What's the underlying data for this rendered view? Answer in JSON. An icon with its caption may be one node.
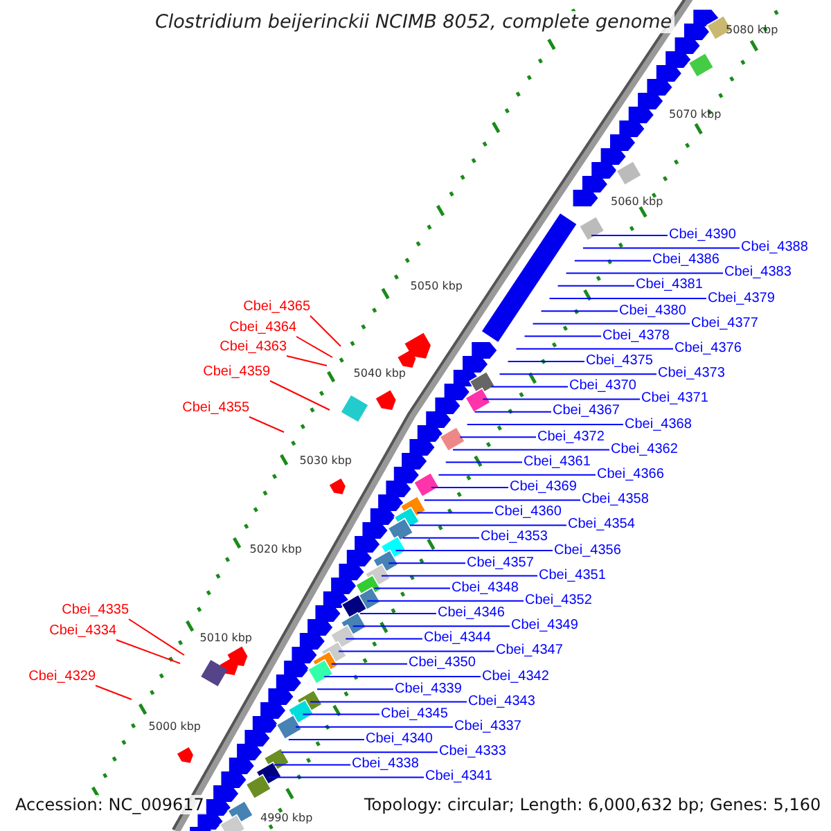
{
  "diagram": {
    "title": "Clostridium beijerinckii NCIMB 8052, complete genome",
    "nodes": [
      {
        "text": [
          "Cbei_4390"
        ]
      },
      {
        "text": [
          "Cbei_4388"
        ]
      },
      {
        "text": [
          "Cbei_4386"
        ]
      },
      {
        "text": [
          "Cbei_4383"
        ]
      },
      {
        "text": [
          "Cbei_4381"
        ]
      },
      {
        "text": [
          "Cbei_4379"
        ]
      },
      {
        "text": [
          "Cbei_4380"
        ]
      },
      {
        "text": [
          "Cbei_4377"
        ]
      },
      {
        "text": [
          "Cbei_4378"
        ]
      },
      {
        "text": [
          "Cbei_4376"
        ]
      },
      {
        "text": [
          "Cbei_4375"
        ]
      },
      {
        "text": [
          "Cbei_4373"
        ]
      },
      {
        "text": [
          "Cbei_4370"
        ]
      },
      {
        "text": [
          "Cbei_4371"
        ]
      },
      {
        "text": [
          "Cbei_4367"
        ]
      },
      {
        "text": [
          "Cbei_4368"
        ]
      },
      {
        "text": [
          "Cbei_4372"
        ]
      },
      {
        "text": [
          "Cbei_4362"
        ]
      },
      {
        "text": [
          "Cbei_4361"
        ]
      },
      {
        "text": [
          "Cbei_4366"
        ]
      },
      {
        "text": [
          "Cbei_4369"
        ]
      },
      {
        "text": [
          "Cbei_4358"
        ]
      },
      {
        "text": [
          "Cbei_4360"
        ]
      },
      {
        "text": [
          "Cbei_4354"
        ]
      },
      {
        "text": [
          "Cbei_4353"
        ]
      },
      {
        "text": [
          "Cbei_4356"
        ]
      },
      {
        "text": [
          "Cbei_4357"
        ]
      },
      {
        "text": [
          "Cbei_4351"
        ]
      },
      {
        "text": [
          "Cbei_4348"
        ]
      },
      {
        "text": [
          "Cbei_4352"
        ]
      },
      {
        "text": [
          "Cbei_4346"
        ]
      },
      {
        "text": [
          "Cbei_4349"
        ]
      },
      {
        "text": [
          "Cbei_4344"
        ]
      },
      {
        "text": [
          "Cbei_4347"
        ]
      },
      {
        "text": [
          "Cbei_4350"
        ]
      },
      {
        "text": [
          "Cbei_4342"
        ]
      },
      {
        "text": [
          "Cbei_4339"
        ]
      },
      {
        "text": [
          "Cbei_4343"
        ]
      },
      {
        "text": [
          "Cbei_4345"
        ]
      },
      {
        "text": [
          "Cbei_4337"
        ]
      },
      {
        "text": [
          "Cbei_4340"
        ]
      },
      {
        "text": [
          "Cbei_4333"
        ]
      },
      {
        "text": [
          "Cbei_4338"
        ]
      },
      {
        "text": [
          "Cbei_4341"
        ]
      },
      {
        "text": [
          "Cbei_4365"
        ]
      },
      {
        "text": [
          "Cbei_4364"
        ]
      },
      {
        "text": [
          "Cbei_4363"
        ]
      },
      {
        "text": [
          "Cbei_4359"
        ]
      },
      {
        "text": [
          "Cbei_4355"
        ]
      },
      {
        "text": [
          "Cbei_4335"
        ]
      },
      {
        "text": [
          "Cbei_4334"
        ]
      },
      {
        "text": [
          "Cbei_4329"
        ]
      }
    ],
    "edges": [
      {
        "from": 0,
        "to": null,
        "arrow": "none"
      },
      {
        "from": 1,
        "to": null,
        "arrow": "none"
      },
      {
        "from": 2,
        "to": null,
        "arrow": "none"
      },
      {
        "from": 3,
        "to": null,
        "arrow": "none"
      },
      {
        "from": 4,
        "to": null,
        "arrow": "none"
      },
      {
        "from": 5,
        "to": null,
        "arrow": "none"
      },
      {
        "from": 6,
        "to": null,
        "arrow": "none"
      },
      {
        "from": 7,
        "to": null,
        "arrow": "none"
      },
      {
        "from": 8,
        "to": null,
        "arrow": "none"
      },
      {
        "from": 9,
        "to": null,
        "arrow": "none"
      },
      {
        "from": 10,
        "to": null,
        "arrow": "none"
      },
      {
        "from": 11,
        "to": null,
        "arrow": "none"
      },
      {
        "from": 12,
        "to": null,
        "arrow": "none"
      },
      {
        "from": 13,
        "to": null,
        "arrow": "none"
      },
      {
        "from": 14,
        "to": null,
        "arrow": "none"
      },
      {
        "from": 15,
        "to": null,
        "arrow": "none"
      },
      {
        "from": 16,
        "to": null,
        "arrow": "none"
      },
      {
        "from": 17,
        "to": null,
        "arrow": "none"
      },
      {
        "from": 18,
        "to": null,
        "arrow": "none"
      },
      {
        "from": 19,
        "to": null,
        "arrow": "none"
      },
      {
        "from": 20,
        "to": null,
        "arrow": "none"
      },
      {
        "from": 21,
        "to": null,
        "arrow": "none"
      },
      {
        "from": 22,
        "to": null,
        "arrow": "none"
      },
      {
        "from": 23,
        "to": null,
        "arrow": "none"
      },
      {
        "from": 24,
        "to": null,
        "arrow": "none"
      },
      {
        "from": 25,
        "to": null,
        "arrow": "none"
      },
      {
        "from": 26,
        "to": null,
        "arrow": "none"
      },
      {
        "from": 27,
        "to": null,
        "arrow": "none"
      },
      {
        "from": 28,
        "to": null,
        "arrow": "none"
      },
      {
        "from": 29,
        "to": null,
        "arrow": "none"
      },
      {
        "from": 30,
        "to": null,
        "arrow": "none"
      },
      {
        "from": 31,
        "to": null,
        "arrow": "none"
      },
      {
        "from": 32,
        "to": null,
        "arrow": "none"
      },
      {
        "from": 33,
        "to": null,
        "arrow": "none"
      },
      {
        "from": 34,
        "to": null,
        "arrow": "none"
      },
      {
        "from": 35,
        "to": null,
        "arrow": "none"
      },
      {
        "from": 36,
        "to": null,
        "arrow": "none"
      },
      {
        "from": 37,
        "to": null,
        "arrow": "none"
      },
      {
        "from": 38,
        "to": null,
        "arrow": "none"
      },
      {
        "from": 39,
        "to": null,
        "arrow": "none"
      },
      {
        "from": 40,
        "to": null,
        "arrow": "none"
      },
      {
        "from": 41,
        "to": null,
        "arrow": "none"
      },
      {
        "from": 42,
        "to": null,
        "arrow": "none"
      },
      {
        "from": 43,
        "to": null,
        "arrow": "none"
      },
      {
        "from": 44,
        "to": null,
        "arrow": "none",
        "color": "#ff0000"
      },
      {
        "from": 45,
        "to": null,
        "arrow": "none",
        "color": "#ff0000"
      },
      {
        "from": 46,
        "to": null,
        "arrow": "none",
        "color": "#ff0000"
      },
      {
        "from": 47,
        "to": null,
        "arrow": "none",
        "color": "#ff0000"
      },
      {
        "from": 48,
        "to": null,
        "arrow": "none",
        "color": "#ff0000"
      },
      {
        "from": 49,
        "to": null,
        "arrow": "none",
        "color": "#ff0000"
      },
      {
        "from": 50,
        "to": null,
        "arrow": "none",
        "color": "#ff0000"
      },
      {
        "from": 51,
        "to": null,
        "arrow": "none",
        "color": "#ff0000"
      }
    ],
    "labels": [
      "5080 kbp",
      "5070 kbp",
      "5060 kbp",
      "5050 kbp",
      "5040 kbp",
      "5030 kbp",
      "5020 kbp",
      "5010 kbp",
      "5000 kbp",
      "4990 kbp",
      "Accession: NC_009617",
      "Topology: circular; Length: 6,000,632 bp; Genes: 5,160"
    ]
  }
}
